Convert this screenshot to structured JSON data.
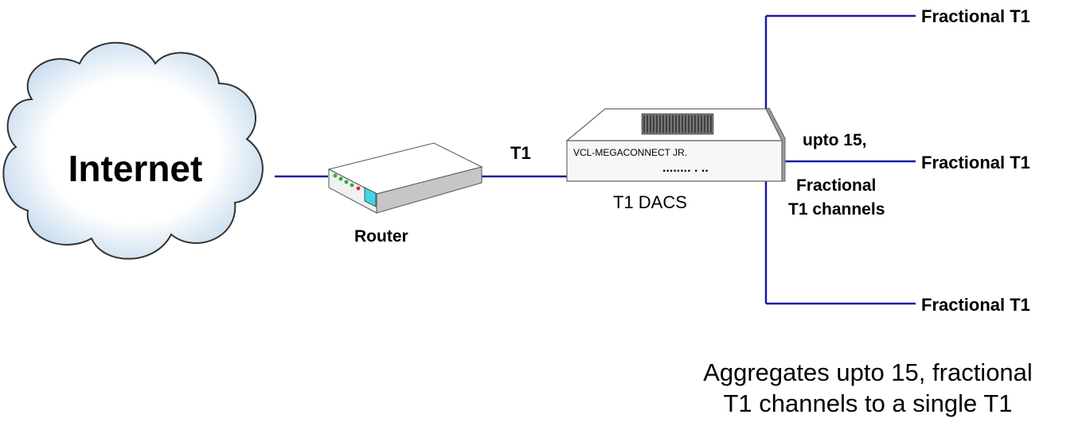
{
  "nodes": {
    "internet": {
      "label": "Internet"
    },
    "router": {
      "label": "Router"
    },
    "dacs": {
      "label": "T1 DACS",
      "faceplate_text": "VCL-MEGACONNECT JR.",
      "faceplate_dots": "........ . .."
    }
  },
  "links": {
    "router_to_dacs": {
      "label": "T1"
    }
  },
  "outputs": {
    "top": {
      "label": "Fractional T1"
    },
    "middle": {
      "label": "Fractional T1"
    },
    "bottom": {
      "label": "Fractional T1"
    }
  },
  "channels_note": {
    "line1": "upto 15,",
    "line2": "Fractional",
    "line3": "T1 channels"
  },
  "caption": {
    "line1": "Aggregates upto 15, fractional",
    "line2": "T1 channels to a single T1"
  },
  "colors": {
    "link": "#1a1aa8",
    "cloud_fill": "#d8e8f5",
    "cloud_stroke": "#333333",
    "device_body": "#f4f4f4",
    "device_top": "#ffffff",
    "device_side": "#bdbdbd",
    "router_screen": "#43d4e8",
    "led_green": "#2ea83a",
    "led_red": "#d42a2a"
  }
}
